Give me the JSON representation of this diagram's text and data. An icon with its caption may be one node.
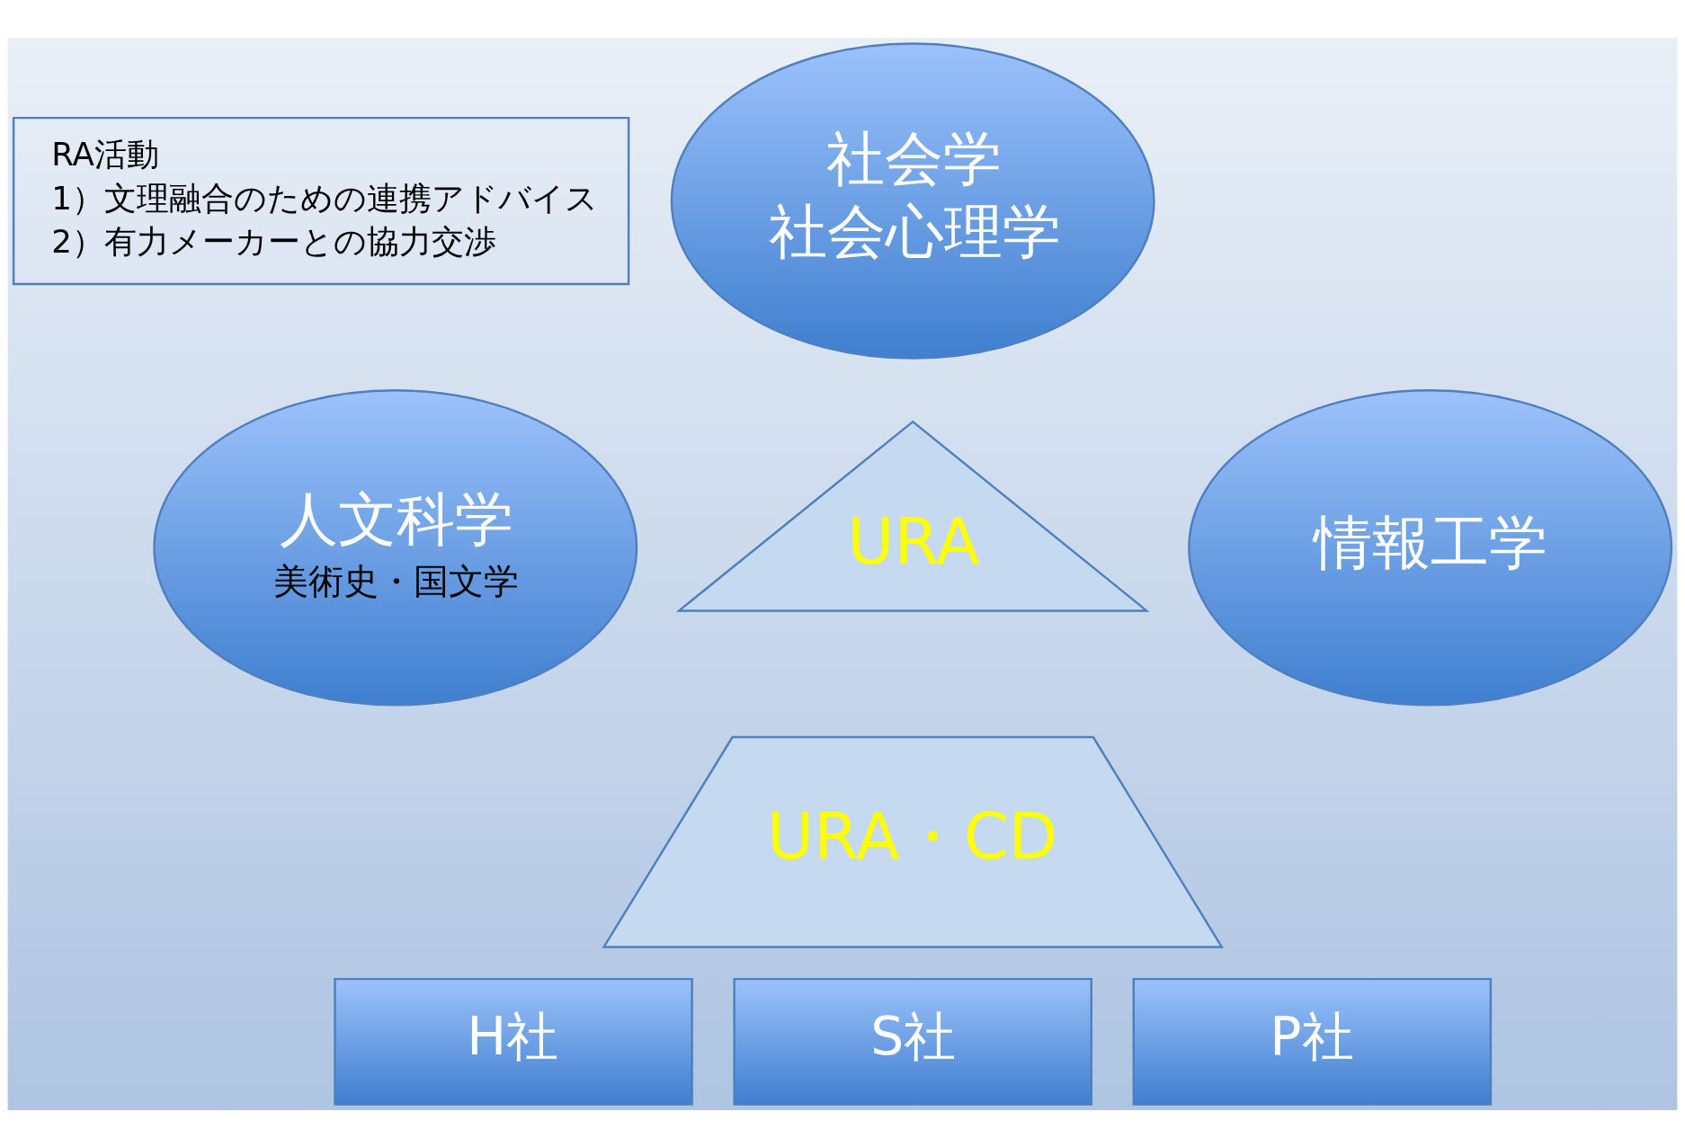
{
  "diagram": {
    "nodes": [
      {
        "text": [
          "RA活動",
          "1）文理融合のための連携アドバイス",
          "2）有力メーカーとの協力交渉"
        ]
      },
      {
        "text": [
          "社会学",
          "社会心理学"
        ]
      },
      {
        "text": [
          "URA"
        ]
      },
      {
        "text": [
          "人文科学",
          "美術史・国文学"
        ]
      },
      {
        "text": [
          "URA・CD"
        ]
      },
      {
        "text": [
          "情報工学"
        ]
      },
      {
        "text": [
          "H社"
        ]
      },
      {
        "text": [
          "S社"
        ]
      },
      {
        "text": [
          "P社"
        ]
      }
    ]
  }
}
